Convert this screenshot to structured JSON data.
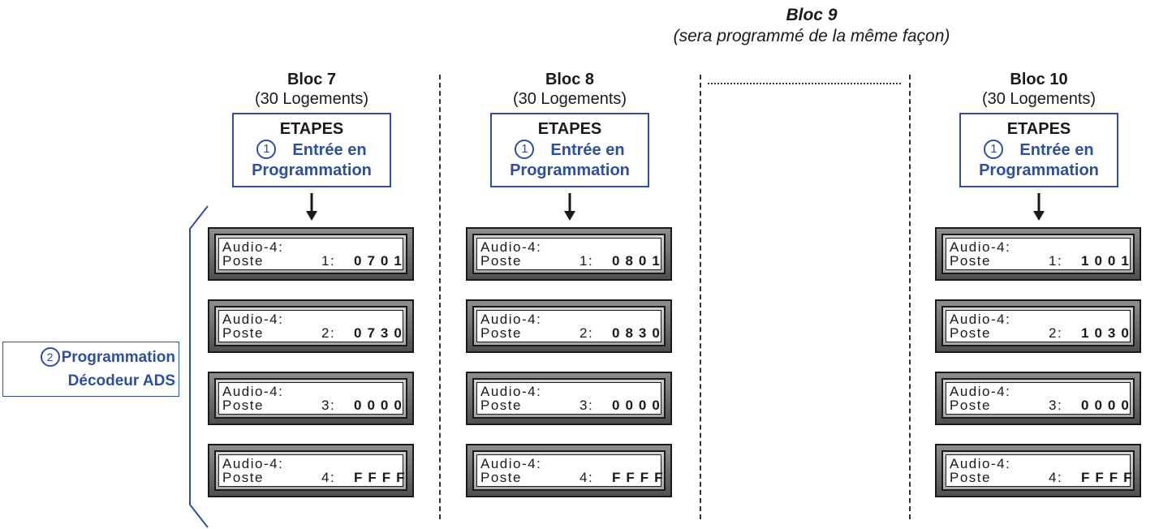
{
  "bloc9": {
    "title": "Bloc 9",
    "subtitle": "(sera programmé de la même façon)"
  },
  "step1": {
    "number": "1",
    "line1": "Entrée en",
    "line2": "Programmation",
    "heading": "ETAPES"
  },
  "step2": {
    "number": "2",
    "line1": "Programmation",
    "line2": "Décodeur ADS"
  },
  "columns": [
    {
      "title": "Bloc 7",
      "subtitle": "(30 Logements)",
      "displays": [
        {
          "line1": "Audio-4:",
          "label": "Poste",
          "num": "1:",
          "code": "0701"
        },
        {
          "line1": "Audio-4:",
          "label": "Poste",
          "num": "2:",
          "code": "0730"
        },
        {
          "line1": "Audio-4:",
          "label": "Poste",
          "num": "3:",
          "code": "0000"
        },
        {
          "line1": "Audio-4:",
          "label": "Poste",
          "num": "4:",
          "code": "FFFF"
        }
      ]
    },
    {
      "title": "Bloc 8",
      "subtitle": "(30 Logements)",
      "displays": [
        {
          "line1": "Audio-4:",
          "label": "Poste",
          "num": "1:",
          "code": "0801"
        },
        {
          "line1": "Audio-4:",
          "label": "Poste",
          "num": "2:",
          "code": "0830"
        },
        {
          "line1": "Audio-4:",
          "label": "Poste",
          "num": "3:",
          "code": "0000"
        },
        {
          "line1": "Audio-4:",
          "label": "Poste",
          "num": "4:",
          "code": "FFFF"
        }
      ]
    },
    {
      "title": "Bloc 10",
      "subtitle": "(30 Logements)",
      "displays": [
        {
          "line1": "Audio-4:",
          "label": "Poste",
          "num": "1:",
          "code": "1001"
        },
        {
          "line1": "Audio-4:",
          "label": "Poste",
          "num": "2:",
          "code": "1030"
        },
        {
          "line1": "Audio-4:",
          "label": "Poste",
          "num": "3:",
          "code": "0000"
        },
        {
          "line1": "Audio-4:",
          "label": "Poste",
          "num": "4:",
          "code": "FFFF"
        }
      ]
    }
  ],
  "colors": {
    "accent": "#2e4f9c",
    "text": "#1a1a1a"
  }
}
